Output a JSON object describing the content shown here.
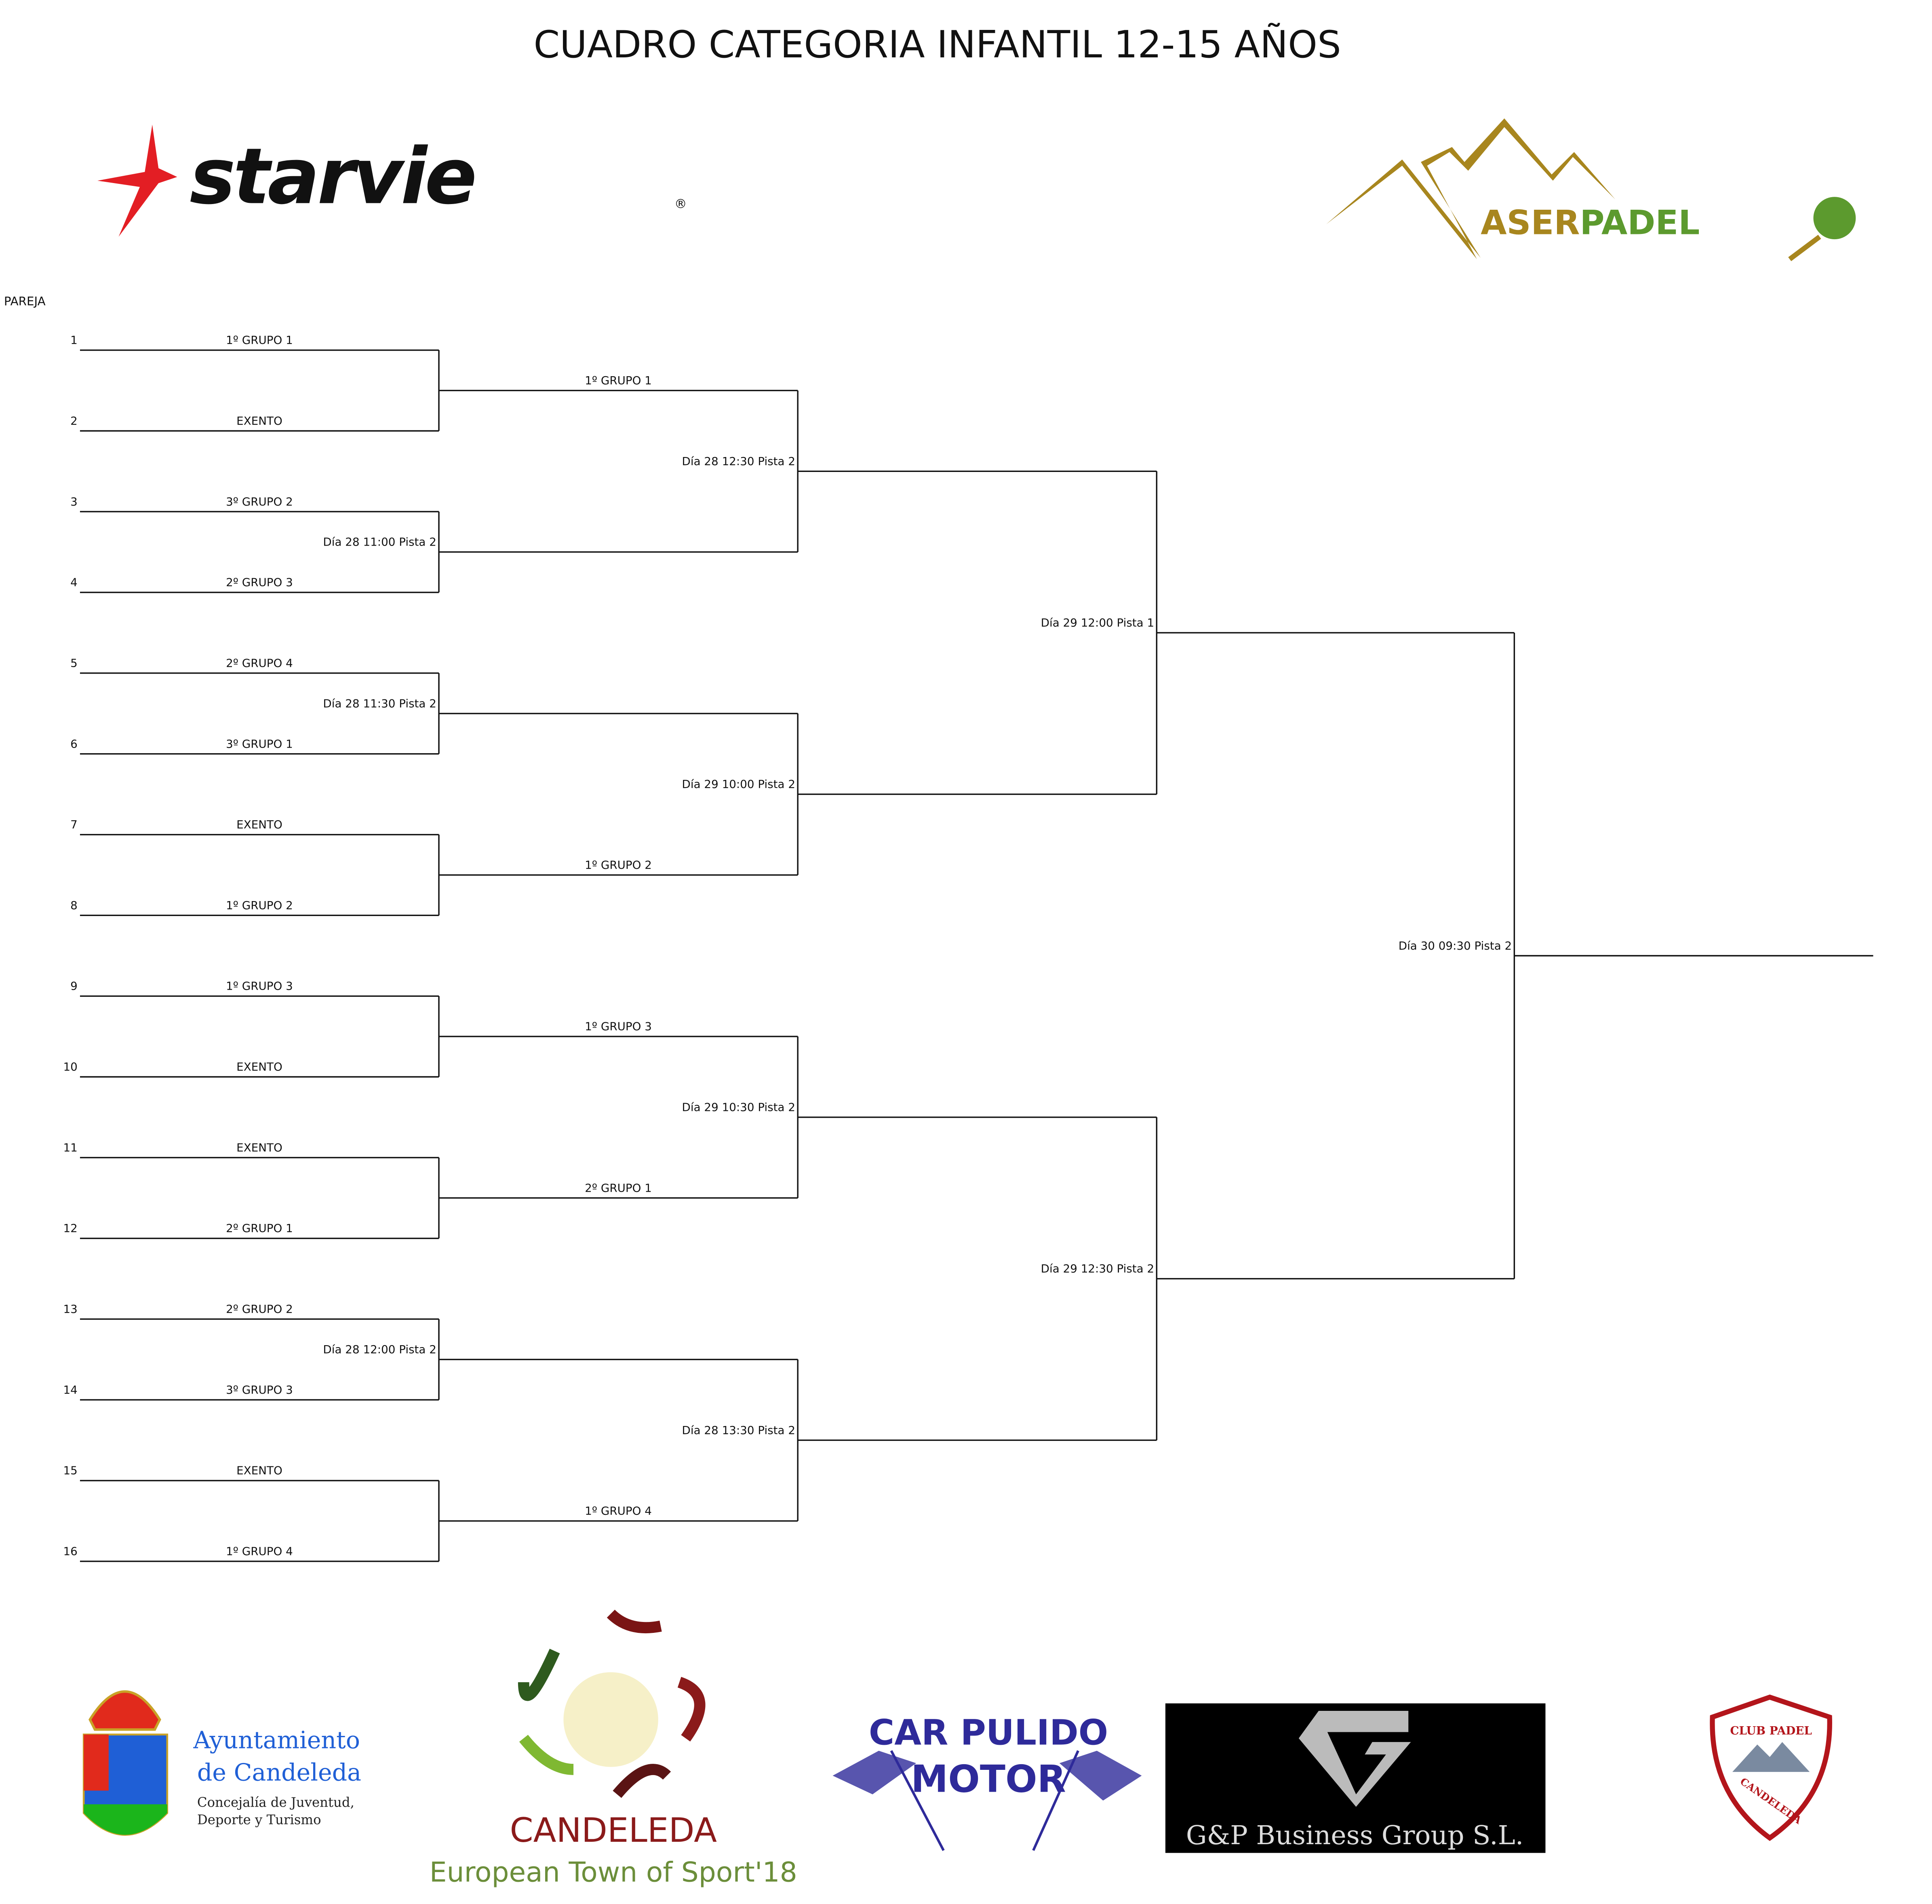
{
  "title": "CUADRO CATEGORIA INFANTIL 12-15 AÑOS",
  "column_header": "PAREJA",
  "round1": [
    {
      "num": "1",
      "name": "1º GRUPO 1"
    },
    {
      "num": "2",
      "name": "EXENTO"
    },
    {
      "num": "3",
      "name": "3º GRUPO 2"
    },
    {
      "num": "4",
      "name": "2º GRUPO 3"
    },
    {
      "num": "5",
      "name": "2º GRUPO 4"
    },
    {
      "num": "6",
      "name": "3º GRUPO 1"
    },
    {
      "num": "7",
      "name": "EXENTO"
    },
    {
      "num": "8",
      "name": "1º GRUPO 2"
    },
    {
      "num": "9",
      "name": "1º GRUPO 3"
    },
    {
      "num": "10",
      "name": "EXENTO"
    },
    {
      "num": "11",
      "name": "EXENTO"
    },
    {
      "num": "12",
      "name": "2º GRUPO 1"
    },
    {
      "num": "13",
      "name": "2º GRUPO 2"
    },
    {
      "num": "14",
      "name": "3º GRUPO 3"
    },
    {
      "num": "15",
      "name": "EXENTO"
    },
    {
      "num": "16",
      "name": "1º GRUPO 4"
    }
  ],
  "round2": [
    {
      "name": "1º GRUPO 1"
    },
    {
      "schedule": "Día 28 11:00 Pista 2"
    },
    {
      "schedule": "Día 28 11:30 Pista 2"
    },
    {
      "name": "1º GRUPO 2"
    },
    {
      "name": "1º GRUPO 3"
    },
    {
      "name": "2º GRUPO 1"
    },
    {
      "schedule": "Día 28 12:00 Pista 2"
    },
    {
      "name": "1º GRUPO 4"
    }
  ],
  "round3": [
    {
      "schedule": "Día 28 12:30 Pista 2"
    },
    {
      "schedule": "Día 29 10:00 Pista 2"
    },
    {
      "schedule": "Día 29 10:30 Pista 2"
    },
    {
      "schedule": "Día 28 13:30 Pista 2"
    }
  ],
  "round4": [
    {
      "schedule": "Día 29 12:00 Pista 1"
    },
    {
      "schedule": "Día 29 12:30 Pista 2"
    }
  ],
  "final": [
    {
      "schedule": "Día 30 09:30 Pista 2"
    }
  ],
  "logos": {
    "starvie": {
      "text": "starvie",
      "reg": "®",
      "color": "#e31e24"
    },
    "aserpadel": {
      "text1": "ASER",
      "text2": "PADEL",
      "gold": "#a8861e",
      "green": "#5c9a2e"
    },
    "ayuntamiento": {
      "line1": "Ayuntamiento",
      "line2": "de Candeleda",
      "line3": "Concejalía de Juventud,",
      "line4": "Deporte y Turismo",
      "color": "#1f5fd6"
    },
    "candeleda": {
      "name": "CANDELEDA",
      "tagline": "European Town of Sport'18",
      "red": "#8b1a1a",
      "green": "#6b8e3a"
    },
    "carpulido": {
      "line1": "CAR PULIDO",
      "line2": "MOTOR",
      "color": "#2e2a9a"
    },
    "gp": {
      "text": "G&P Business Group S.L."
    },
    "clubpadel": {
      "top": "CLUB PADEL",
      "bottom": "CANDELEDA",
      "color": "#b3151b"
    }
  }
}
